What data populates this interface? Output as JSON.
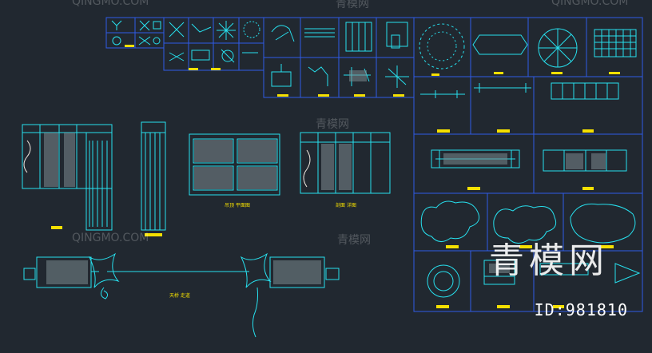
{
  "colors": {
    "background": "#212830",
    "line": "#2f5be8",
    "cyan": "#27e0ee",
    "yellow": "#f5e000",
    "white": "#ffffff"
  },
  "drawing_labels": {
    "ceiling_plan": "吊顶 平面图",
    "section": "剖面 详图",
    "walkway": "天桥 走道"
  },
  "watermark": {
    "site_cn": "青模网",
    "site_en": "QINGMO.COM",
    "big_logo": "青模网",
    "id_text": "ID:981810"
  }
}
